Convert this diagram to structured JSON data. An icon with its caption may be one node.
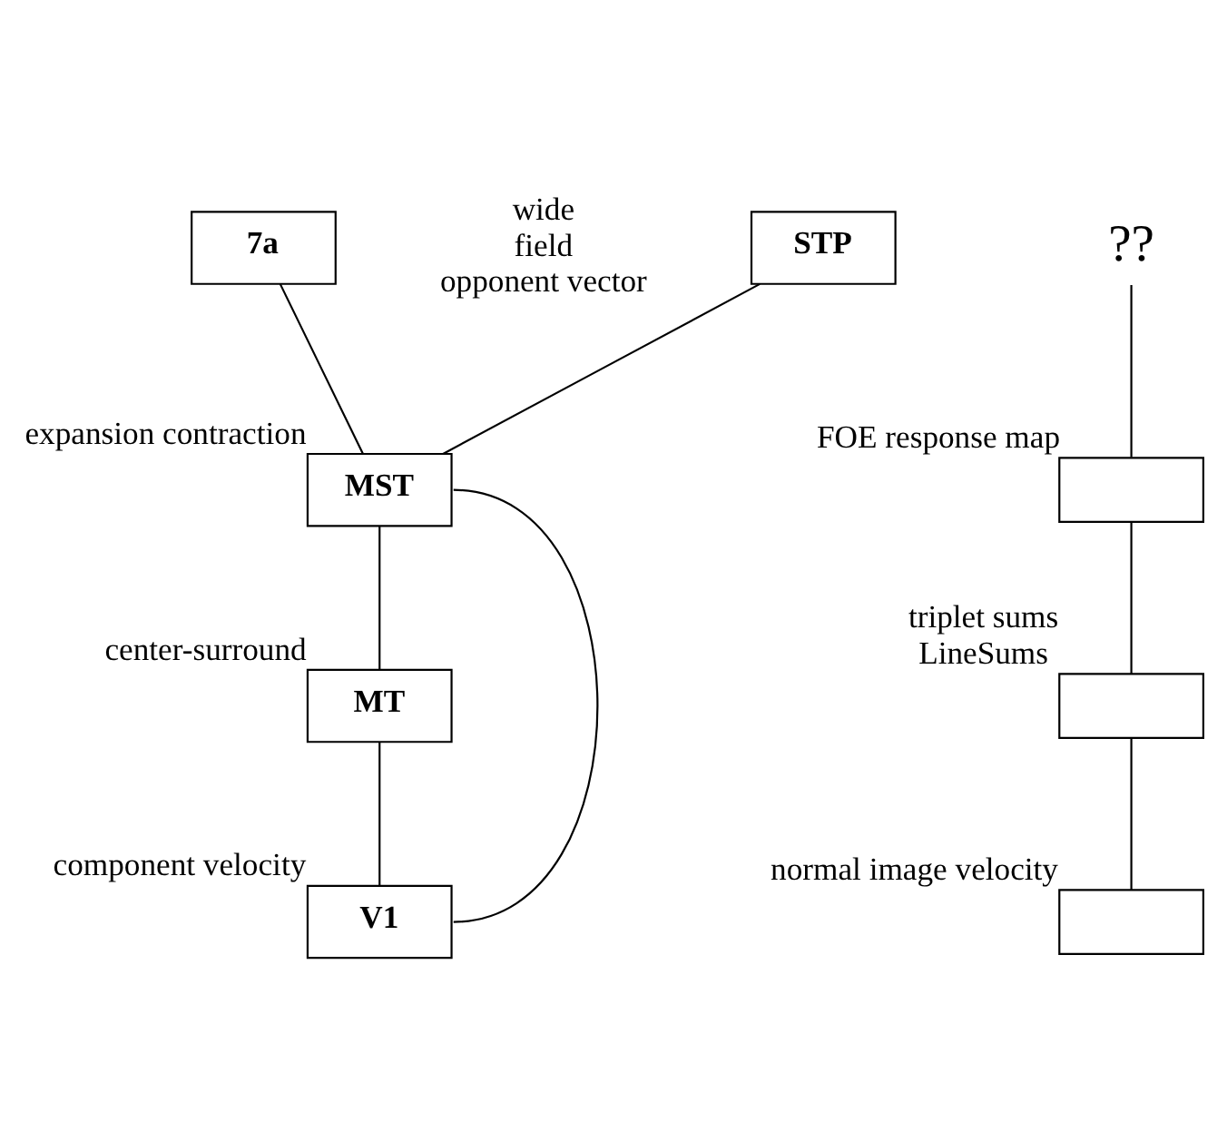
{
  "diagram": {
    "nodes": [
      {
        "text": [
          "7a"
        ]
      },
      {
        "text": [
          "STP"
        ]
      },
      {
        "text": [
          "MST"
        ],
        "beside": [
          "expansion contraction"
        ]
      },
      {
        "text": [
          "MT"
        ],
        "beside": [
          "center-surround"
        ]
      },
      {
        "text": [
          "V1"
        ],
        "beside": [
          "component velocity"
        ]
      },
      {
        "text": [
          "??"
        ]
      },
      {
        "text": [],
        "shape": "box",
        "beside": [
          "FOE response map"
        ]
      },
      {
        "text": [],
        "shape": "box",
        "beside": [
          "triplet sums",
          "LineSums"
        ]
      },
      {
        "text": [],
        "shape": "box",
        "beside": [
          "normal image velocity"
        ]
      }
    ],
    "edges": [
      {
        "from": 0,
        "to": 2,
        "arrow": "none"
      },
      {
        "from": 1,
        "to": 2,
        "arrow": "none"
      },
      {
        "from": 2,
        "to": 3,
        "arrow": "none"
      },
      {
        "from": 3,
        "to": 4,
        "arrow": "none"
      },
      {
        "from": 4,
        "to": 2,
        "arrow": "none"
      },
      {
        "from": 5,
        "to": 6,
        "arrow": "none"
      },
      {
        "from": 6,
        "to": 7,
        "arrow": "none"
      },
      {
        "from": 7,
        "to": 8,
        "arrow": "none"
      }
    ],
    "labels": [
      "wide field opponent vector"
    ]
  }
}
